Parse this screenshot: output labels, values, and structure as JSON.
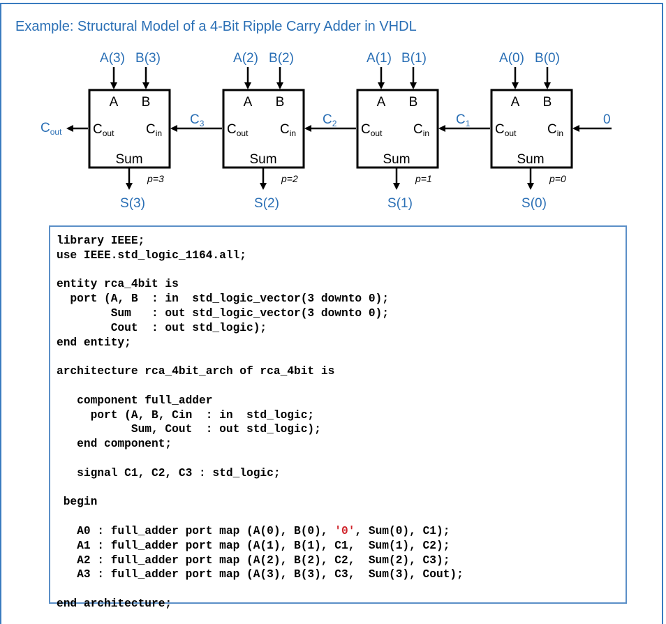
{
  "title": "Example: Structural Model of a 4-Bit Ripple Carry Adder in VHDL",
  "colors": {
    "accent": "#2a6fb5",
    "frame": "#3a7bbf",
    "code_border": "#5b8fc7",
    "literal": "#d0242b"
  },
  "adders": [
    {
      "in_a": "A(3)",
      "in_b": "B(3)",
      "port_a": "A",
      "port_b": "B",
      "port_sum": "Sum",
      "p_label": "p=3",
      "out": "S(3)"
    },
    {
      "in_a": "A(2)",
      "in_b": "B(2)",
      "port_a": "A",
      "port_b": "B",
      "port_sum": "Sum",
      "p_label": "p=2",
      "out": "S(2)"
    },
    {
      "in_a": "A(1)",
      "in_b": "B(1)",
      "port_a": "A",
      "port_b": "B",
      "port_sum": "Sum",
      "p_label": "p=1",
      "out": "S(1)"
    },
    {
      "in_a": "A(0)",
      "in_b": "B(0)",
      "port_a": "A",
      "port_b": "B",
      "port_sum": "Sum",
      "p_label": "p=0",
      "out": "S(0)"
    }
  ],
  "ports": {
    "cout_base": "C",
    "cout_sub": "out",
    "cin_base": "C",
    "cin_sub": "in"
  },
  "carries": {
    "cout": {
      "base": "C",
      "sub": "out"
    },
    "c3": {
      "base": "C",
      "sub": "3"
    },
    "c2": {
      "base": "C",
      "sub": "2"
    },
    "c1": {
      "base": "C",
      "sub": "1"
    },
    "cin0": "0"
  },
  "code_lines": [
    "library IEEE;",
    "use IEEE.std_logic_1164.all;",
    "",
    "entity rca_4bit is",
    "  port (A, B  : in  std_logic_vector(3 downto 0);",
    "        Sum   : out std_logic_vector(3 downto 0);",
    "        Cout  : out std_logic);",
    "end entity;",
    "",
    "architecture rca_4bit_arch of rca_4bit is",
    "",
    "   component full_adder",
    "     port (A, B, Cin  : in  std_logic;",
    "           Sum, Cout  : out std_logic);",
    "   end component;",
    "",
    "   signal C1, C2, C3 : std_logic;",
    "",
    " begin",
    "",
    "   A0 : full_adder port map (A(0), B(0), '0', Sum(0), C1);",
    "   A1 : full_adder port map (A(1), B(1), C1,  Sum(1), C2);",
    "   A2 : full_adder port map (A(2), B(2), C2,  Sum(2), C3);",
    "   A3 : full_adder port map (A(3), B(3), C3,  Sum(3), Cout);",
    "",
    "end architecture;"
  ],
  "code_highlight": "'0'"
}
